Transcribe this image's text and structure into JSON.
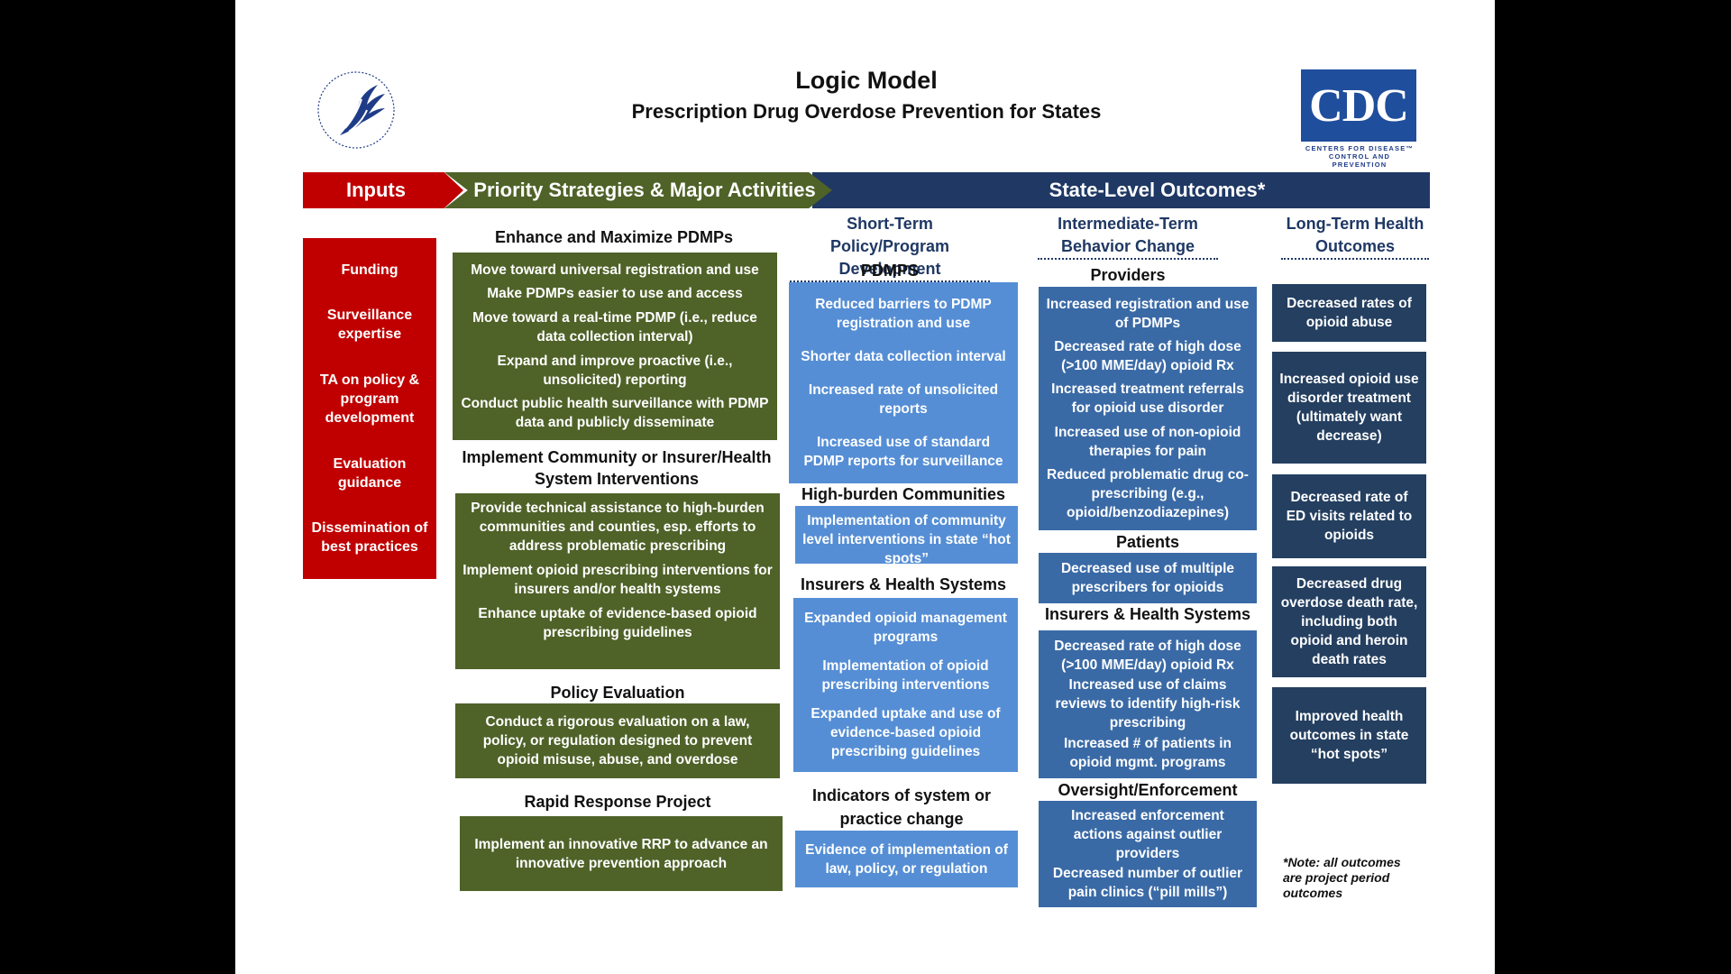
{
  "title": "Logic Model",
  "subtitle": "Prescription Drug Overdose Prevention for States",
  "logos": {
    "hhs": "hhs-eagle-seal",
    "cdc_text": "CDC",
    "cdc_sub1": "CENTERS FOR DISEASE™",
    "cdc_sub2": "CONTROL AND PREVENTION"
  },
  "banners": {
    "inputs": "Inputs",
    "strategies": "Priority Strategies & Major Activities",
    "outcomes": "State-Level Outcomes*"
  },
  "colors": {
    "red": "#c00000",
    "green": "#4f6228",
    "navy": "#1f3864",
    "light_blue": "#558ed5",
    "mid_blue": "#3a6aa6"
  },
  "inputs": [
    "Funding",
    "Surveillance expertise",
    "TA on policy & program development",
    "Evaluation guidance",
    "Dissemination of best practices"
  ],
  "strategies": [
    {
      "heading": "Enhance and Maximize PDMPs",
      "items": [
        "Move toward universal registration and use",
        "Make PDMPs easier to use and access",
        "Move toward a real-time PDMP (i.e., reduce data collection interval)",
        "Expand and improve proactive (i.e., unsolicited) reporting",
        "Conduct public health surveillance with PDMP data and publicly disseminate"
      ]
    },
    {
      "heading": "Implement Community or Insurer/Health System Interventions",
      "items": [
        "Provide technical assistance to high-burden communities and counties, esp. efforts to address problematic prescribing",
        "Implement opioid prescribing interventions for insurers and/or health systems",
        "Enhance uptake of evidence-based opioid prescribing guidelines"
      ]
    },
    {
      "heading": "Policy Evaluation",
      "items": [
        "Conduct a rigorous evaluation on a law, policy, or regulation designed to prevent opioid misuse, abuse, and overdose"
      ]
    },
    {
      "heading": "Rapid Response Project",
      "items": [
        "Implement an innovative RRP to advance an innovative prevention approach"
      ]
    }
  ],
  "short_term": {
    "header": "Short-Term Policy/Program Development",
    "groups": [
      {
        "heading": "PDMPS",
        "items": [
          "Reduced barriers to PDMP registration and use",
          "Shorter data collection interval",
          "Increased rate of unsolicited reports",
          "Increased use of standard PDMP reports for surveillance"
        ]
      },
      {
        "heading": "High-burden Communities",
        "items": [
          "Implementation of community level interventions in state “hot spots”"
        ]
      },
      {
        "heading": "Insurers & Health Systems",
        "items": [
          "Expanded opioid management programs",
          "Implementation of opioid prescribing interventions",
          "Expanded uptake and use of evidence-based opioid prescribing guidelines"
        ]
      },
      {
        "heading": "Indicators of system or practice change",
        "items": [
          "Evidence of implementation of law, policy, or regulation"
        ]
      }
    ]
  },
  "intermediate": {
    "header": "Intermediate-Term Behavior Change",
    "groups": [
      {
        "heading": "Providers",
        "items": [
          "Increased registration and use of PDMPs",
          "Decreased rate of high dose (>100 MME/day) opioid Rx",
          "Increased treatment referrals for opioid use disorder",
          "Increased use of non-opioid therapies for pain",
          "Reduced problematic drug co-prescribing (e.g., opioid/benzodiazepines)"
        ]
      },
      {
        "heading": "Patients",
        "items": [
          "Decreased use of multiple prescribers for opioids"
        ]
      },
      {
        "heading": "Insurers & Health Systems",
        "items": [
          "Decreased rate of high dose (>100 MME/day) opioid Rx",
          "Increased use of claims reviews to identify high-risk prescribing",
          "Increased # of patients in opioid mgmt. programs"
        ]
      },
      {
        "heading": "Oversight/Enforcement",
        "items": [
          "Increased enforcement actions against outlier providers",
          "Decreased number of  outlier pain clinics (“pill mills”)"
        ]
      }
    ]
  },
  "long_term": {
    "header": "Long-Term Health Outcomes",
    "items": [
      "Decreased rates of opioid abuse",
      "Increased opioid use disorder treatment (ultimately want decrease)",
      "Decreased rate of ED visits related to opioids",
      "Decreased drug overdose death rate, including both opioid and heroin death rates",
      "Improved health outcomes in state “hot spots”"
    ]
  },
  "note": "*Note: all outcomes are project period outcomes"
}
